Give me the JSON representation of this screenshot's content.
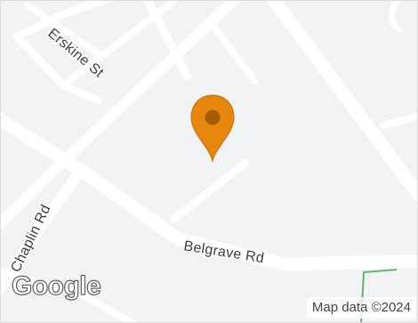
{
  "streets": {
    "erskine": "Erskine St",
    "chaplin": "Chaplin Rd",
    "belgrave": "Belgrave Rd"
  },
  "branding": {
    "logo_text": "Google"
  },
  "attribution": "Map data ©2024",
  "marker": {
    "color": "#e6860c",
    "inner_color": "#a35c00"
  },
  "colors": {
    "land": "#f1f3f4",
    "road": "#ffffff",
    "park_edge": "#61b376"
  }
}
